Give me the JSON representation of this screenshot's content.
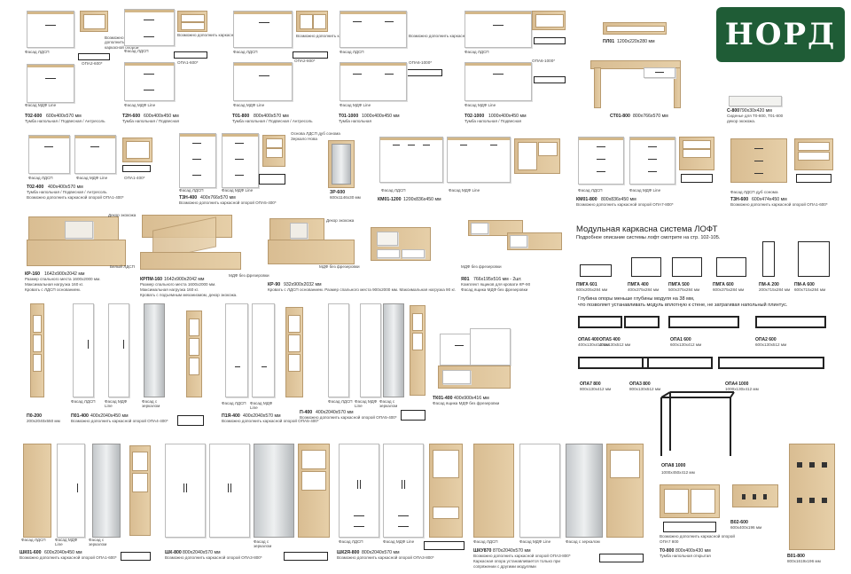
{
  "brand": {
    "logo_text": "НОРД"
  },
  "loft": {
    "title": "Модульная каркасна система ЛОФТ",
    "subtitle": "Подробное описание системы лофт смотрите на стр. 102-105.",
    "note1": "Глубина опоры меньше глубины модуля на 38 мм,",
    "note2": "что позволяет устанавливать модуль вплотную к стене, не затрагивая напольный плинтус."
  },
  "labels": {
    "fasad_ldsp": "Фасад ЛДСП",
    "fasad_mdf": "Фасад МДФ Line",
    "fasad_ldsp_short": "Фасад ЛДСП",
    "fasad_mirror": "Фасад с зеркалом",
    "fasad_ldsp_sonoma": "Фасад ЛДСП дуб сонома",
    "mdf_bed": "МДФ без фрезеровки",
    "decor_board": "Декор экокожа",
    "white_ldsp": "Белый ЛДСП",
    "frame_possible": "Возможно дополнить каркасной опорой"
  },
  "items": {
    "t02_600": {
      "code": "Т02-600",
      "dims": "600х400х570 мм",
      "desc": "Тумба напольная / Подвесная / Антресоль",
      "opt": "ОПА2-600*"
    },
    "t2n_600": {
      "code": "Т2Н-600",
      "dims": "600х400х450 мм",
      "desc": "Тумба напольная / Подвесная",
      "opt": "ОПА1-600*"
    },
    "t01_800": {
      "code": "Т01-800",
      "dims": "800х400х570 мм",
      "desc": "Тумба напольная / Подвесная / Антресоль",
      "opt": "ОПА2-800*"
    },
    "t01_1000": {
      "code": "Т01-1000",
      "dims": "1000х400х450 мм",
      "desc": "Тумба напольная",
      "opt": "ОПА6-1000*"
    },
    "t02_1000": {
      "code": "Т02-1000",
      "dims": "1000х400х450 мм",
      "desc": "Тумба напольная / Подвесная",
      "opt": "ОПА6-1000*"
    },
    "pl01": {
      "code": "ПЛ01",
      "dims": "1200х220х280 мм"
    },
    "st01_800": {
      "code": "СТ01-800",
      "dims": "800х766х570 мм"
    },
    "s_800": {
      "code": "С-800",
      "dims": "790х30х420 мм",
      "desc": "Сиденье для Т0-800, Т01-800",
      "desc2": "декор экокожа."
    },
    "t02_400": {
      "code": "Т02-400",
      "dims": "400х400х570 мм",
      "desc": "Тумба напольная / Подвесная / Антресоль",
      "desc2": "Возможно дополнить каркасной опорой ОПА1-400*",
      "opt": "ОПА1-400*"
    },
    "t3n_400": {
      "code": "Т3Н-400",
      "dims": "400х766х570 мм",
      "desc": "Возможно дополнить каркасной опорой ОПА5-400*"
    },
    "zr_600": {
      "code": "ЗР-600",
      "dims": "600х1146х30 мм",
      "desc": "Основа ЛДСП дуб сонома",
      "desc2": "Зеркало Нова"
    },
    "km01_1200": {
      "code": "КМ01-1200",
      "dims": "1200х836х450 мм"
    },
    "km01_800": {
      "code": "КМ01-800",
      "dims": "800х836х450 мм",
      "desc": "Возможно дополнить каркасной опорой ОПА7-800*"
    },
    "t3n_600": {
      "code": "Т3Н-600",
      "dims": "600х474х450 мм",
      "desc": "Возможно дополнить каркасной опорой ОПА1-600*"
    },
    "kr_160": {
      "code": "КР-160",
      "dims": "1642х900х2042 мм",
      "desc": "Размер спального места 1600х2000 мм.",
      "desc2": "Максимальная нагрузка 160 кг.",
      "desc3": "Кровать с ЛДСП основанием."
    },
    "krpm_160": {
      "code": "КРПМ-160",
      "dims": "1642х900х2042 мм",
      "desc": "Размер спального места 1600х2000 мм.",
      "desc2": "Максимальная нагрузка 160 кг.",
      "desc3": "Кровать с подъемным механизмом, декор экокожа."
    },
    "kr_90": {
      "code": "КР-90",
      "dims": "932х900х2032 мм",
      "desc": "Кровать с ЛДСП основанием. Размер спального места 900х2000 мм. Максимальная нагрузка 90 кг."
    },
    "ya01": {
      "code": "Я01",
      "dims": "766х195х516 мм - 2шт.",
      "desc": "Комплект ящиков для кровати КР-90",
      "desc2": "Фасад ящика МДФ без фрезеровки"
    },
    "pp_200": {
      "code": "П0-200",
      "dims": "200х2040х550 мм"
    },
    "p01_400": {
      "code": "П01-400",
      "dims": "400х2040х450 мм",
      "desc": "Возможно дополнить каркасной опорой ОПА4-400*"
    },
    "p1ya_400": {
      "code": "П1Я-400",
      "dims": "400х2040х570 мм",
      "desc": "Возможно дополнить каркасной опорой ОПА5-400*"
    },
    "p_400": {
      "code": "П-400",
      "dims": "400х2040х570 мм",
      "desc": "Возможно дополнить каркасной опорой ОПА5-400*"
    },
    "tk01_400": {
      "code": "ТК01-400",
      "dims": "400х900х416 мм",
      "desc": "Фасад ящика МДФ без фрезеровки"
    },
    "shk01_600": {
      "code": "ШК01-600",
      "dims": "600х2040х450 мм",
      "desc": "Возможно дополнить каркасной опорой ОПА1-600*"
    },
    "shk_800": {
      "code": "ШК-800",
      "dims": "800х2040х570 мм",
      "desc": "Возможно дополнить каркасной опорой ОПА3-800*"
    },
    "shk2ya_800": {
      "code": "ШК2Я-800",
      "dims": "800х2040х570 мм",
      "desc": "Возможно дополнить каркасной опорой ОПА3-800*"
    },
    "shku870": {
      "code": "ШКУ870",
      "dims": "870х2040х570 мм",
      "desc": "Возможно дополнить каркасной опорой ОПА3-800*",
      "desc2": "Каркасная опора устанавливается только при",
      "desc3": "сопряжении с другими модулями"
    },
    "t0_800": {
      "code": "Т0-800",
      "dims": "800х400х430 мм",
      "desc": "Тумба напольная открытая",
      "desc2": "Возможно дополнить каркасной опорой ОПА7-800*"
    },
    "v02_600": {
      "code": "В02-600",
      "dims": "600х400х196 мм"
    },
    "v01_800": {
      "code": "В01-800",
      "dims": "800х1619х196 мм"
    }
  },
  "modules": [
    {
      "code": "ПМГА 601",
      "dims": "600х205х284 мм"
    },
    {
      "code": "ПМГА 400",
      "dims": "400х375х284 мм"
    },
    {
      "code": "ПМГА 500",
      "dims": "500х375х284 мм"
    },
    {
      "code": "ПМГА 600",
      "dims": "600х375х284 мм"
    },
    {
      "code": "ПМ-А 200",
      "dims": "200х715х284 мм"
    },
    {
      "code": "ПМ-А 600",
      "dims": "600х715х284 мм"
    }
  ],
  "supports": [
    {
      "code": "ОПА6 400",
      "dims": "400х130х412 мм"
    },
    {
      "code": "ОПА5 400",
      "dims": "400х130х512 мм"
    },
    {
      "code": "ОПА1 600",
      "dims": "600х130х412 мм"
    },
    {
      "code": "ОПА2 600",
      "dims": "600х130х512 мм"
    },
    {
      "code": "ОПА7 800",
      "dims": "800х130х412 мм"
    },
    {
      "code": "ОПА3 800",
      "dims": "800х130х512 мм"
    },
    {
      "code": "ОПА4 1000",
      "dims": "1000х130х412 мм"
    },
    {
      "code": "ОПА8 1000",
      "dims": "1000х450х412 мм"
    }
  ],
  "colors": {
    "logo_bg": "#1f5c36",
    "oak": "#dcc39b",
    "frame": "#222222"
  }
}
